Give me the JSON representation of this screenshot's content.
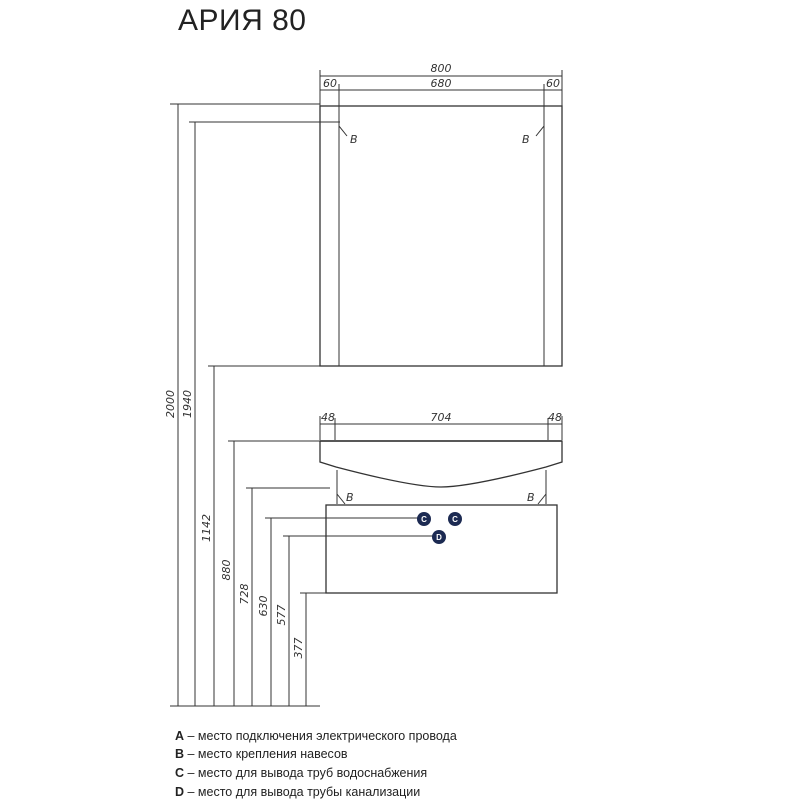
{
  "title": "АРИЯ 80",
  "mirror": {
    "width_total": "800",
    "left_frame": "60",
    "center_panel": "680",
    "right_frame": "60",
    "marker_left": "B",
    "marker_right": "B"
  },
  "cabinet": {
    "left_margin": "48",
    "basin_width": "704",
    "right_margin": "48",
    "marker_left": "B",
    "marker_right": "B",
    "marker_c1": "C",
    "marker_c2": "C",
    "marker_d": "D"
  },
  "heights": [
    "2000",
    "1940",
    "1142",
    "880",
    "728",
    "630",
    "577",
    "377"
  ],
  "legend": [
    {
      "key": "A",
      "text": " – место подключения электрического провода"
    },
    {
      "key": "B",
      "text": " – место крепления навесов"
    },
    {
      "key": "C",
      "text": " – место для вывода труб водоснабжения"
    },
    {
      "key": "D",
      "text": " – место для вывода трубы канализации"
    }
  ],
  "colors": {
    "line": "#333333",
    "marker_fill": "#1c2a52"
  }
}
